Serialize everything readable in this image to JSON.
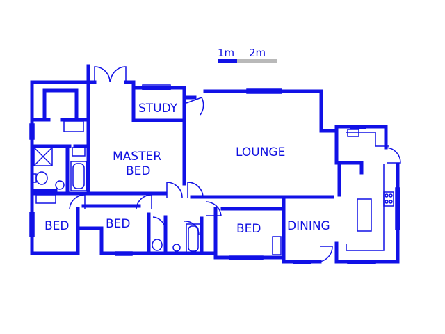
{
  "colors": {
    "wall": "#1111e6",
    "fixture": "#1111e6",
    "scale_light": "#b9b9b9",
    "background": "#ffffff"
  },
  "scale": {
    "label_1": "1m",
    "label_2": "2m"
  },
  "rooms": {
    "study": "STUDY",
    "master_bed_line1": "MASTER",
    "master_bed_line2": "BED",
    "lounge": "LOUNGE",
    "bed_left": "BED",
    "bed_middle": "BED",
    "bed_right": "BED",
    "dining": "DINING"
  }
}
